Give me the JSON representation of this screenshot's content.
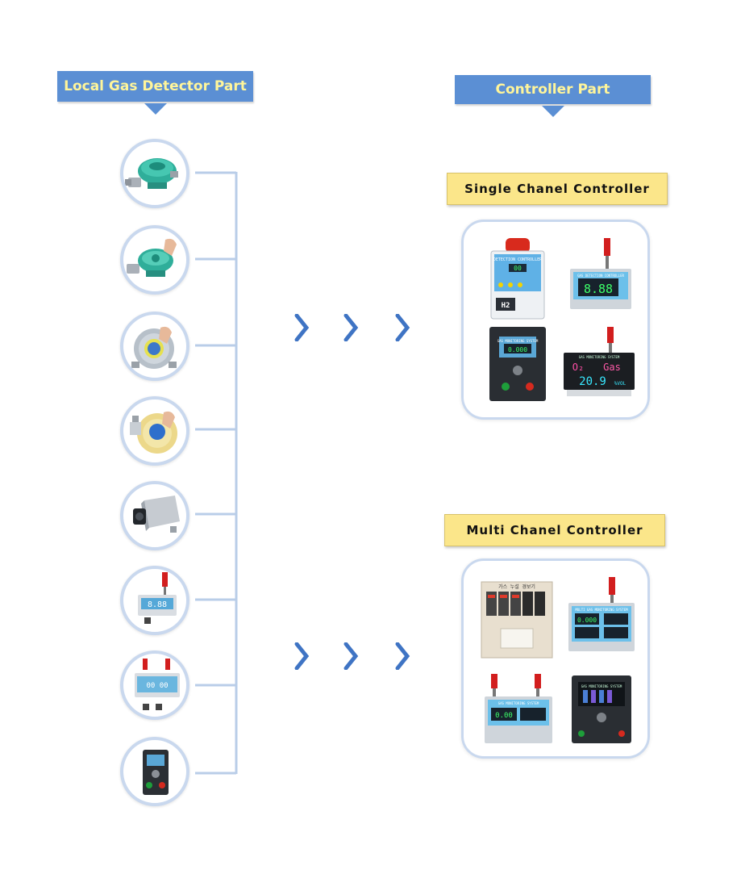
{
  "headers": {
    "detector": "Local Gas Detector Part",
    "controller": "Controller Part"
  },
  "sections": {
    "single": "Single Chanel Controller",
    "multi": "Multi Chanel Controller"
  },
  "detectors": [
    "explosion-proof-detector-green",
    "explosion-proof-detector-green-hand",
    "flameproof-detector-grey",
    "flameproof-detector-yellow",
    "smoke-detector-box",
    "gas-detection-controller-single",
    "gas-monitoring-system-dual",
    "explosion-proof-monitor"
  ],
  "single_devices": {
    "d1": {
      "label": "DETECTION CONTROLLER",
      "tag": "H2",
      "value": "00"
    },
    "d2": {
      "label": "GAS DETECTION CONTROLLER",
      "value": "8.88"
    },
    "d3": {
      "label": "GAS MONITORING SYSTEM",
      "value": "0.000"
    },
    "d4": {
      "label": "GAS MONITORING SYSTEM",
      "gas1": "O₂",
      "gas2": "Gas",
      "value": "20.9",
      "unit": "%VOL"
    }
  },
  "multi_devices": {
    "m1": {
      "label": "가스 누설 경보기"
    },
    "m2": {
      "label": "MULTI GAS MONITORING SYSTEM",
      "value": "0.000"
    },
    "m3": {
      "label": "GAS MONITORING SYSTEM",
      "value": "0.00"
    },
    "m4": {
      "label": "GAS MONITORING SYSTEM"
    }
  },
  "colors": {
    "header_bg": "#5b8fd4",
    "header_text": "#fff59a",
    "section_bg": "#fbe68a",
    "circle_border": "#c9d8ee",
    "connector": "#b9cde8",
    "chevron": "#3f74c4"
  }
}
